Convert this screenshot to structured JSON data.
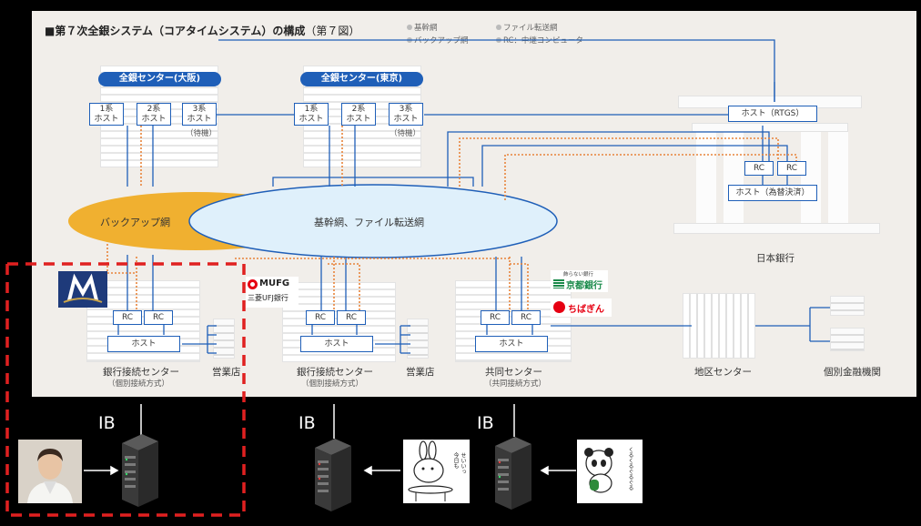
{
  "title": {
    "main": "■第７次全銀システム（コアタイムシステム）の構成",
    "fig": "（第７図）"
  },
  "legend": [
    "基幹網",
    "バックアップ網",
    "ファイル転送網",
    "RC：中継コンピュータ"
  ],
  "centers": {
    "osaka": "全銀センター(大阪)",
    "tokyo": "全銀センター(東京)"
  },
  "host_boxes": [
    {
      "l1": "1系",
      "l2": "ホスト"
    },
    {
      "l1": "2系",
      "l2": "ホスト"
    },
    {
      "l1": "3系",
      "l2": "ホスト"
    },
    {
      "l1": "1系",
      "l2": "ホスト"
    },
    {
      "l1": "2系",
      "l2": "ホスト"
    },
    {
      "l1": "3系",
      "l2": "ホスト"
    }
  ],
  "standby": [
    "（待機）",
    "（待機）"
  ],
  "backup_net": "バックアップ網",
  "main_net": "基幹網、ファイル転送網",
  "boj": {
    "host_rtgs": "ホスト（RTGS）",
    "rc1": "RC",
    "rc2": "RC",
    "host_settle": "ホスト（為替決済）",
    "label": "日本銀行"
  },
  "bank_sites": [
    {
      "rc1": "RC",
      "rc2": "RC",
      "host": "ホスト",
      "name": "銀行接続センター",
      "sub": "（個別接続方式）",
      "branch": "営業店"
    },
    {
      "rc1": "RC",
      "rc2": "RC",
      "host": "ホスト",
      "name": "銀行接続センター",
      "sub": "（個別接続方式）",
      "branch": "営業店"
    },
    {
      "rc1": "RC",
      "rc2": "RC",
      "host": "ホスト",
      "name": "共同センター",
      "sub": "（共同接続方式）"
    }
  ],
  "regional": "地区センター",
  "individual": "個別金融機関",
  "logos": {
    "mufg": "MUFG",
    "mufg_jp": "三菱UFJ銀行",
    "kyoto_small": "飾らない銀行",
    "kyoto": "京都銀行",
    "chiba": "ちばぎん"
  },
  "ib_labels": [
    "IB",
    "IB",
    "IB"
  ],
  "mascot_text": [
    "今日も",
    "せいいっ",
    "くるくるぐるぐる"
  ],
  "colors": {
    "blue": "#1f5fb8",
    "orange": "#f0b030",
    "dash_red": "#e02020",
    "oval": "#dff0fb"
  }
}
